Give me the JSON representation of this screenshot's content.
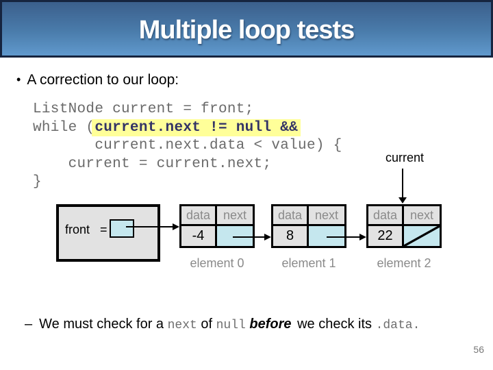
{
  "slide": {
    "title": "Multiple loop tests",
    "page_number": "56"
  },
  "colors": {
    "banner_top": "#3b5f8c",
    "banner_bottom": "#6099cd",
    "banner_border": "#16243f",
    "highlight_bg": "#ffff99",
    "highlight_text": "#333366",
    "node_bg": "#e2e2e2",
    "next_cell_bg": "#c5e7ee"
  },
  "bullet": {
    "marker": "•",
    "text": "A correction to our loop:"
  },
  "code": {
    "line1": "ListNode current = front;",
    "line2_prefix": "while (",
    "line2_highlight": "current.next != null &&",
    "line3": "       current.next.data < value) {",
    "line4": "    current = current.next;",
    "line5": "}"
  },
  "diagram": {
    "current_label": "current",
    "front_label": "front =",
    "nodes": [
      {
        "data_header": "data",
        "next_header": "next",
        "value": "-4",
        "label": "element 0"
      },
      {
        "data_header": "data",
        "next_header": "next",
        "value": "8",
        "label": "element 1"
      },
      {
        "data_header": "data",
        "next_header": "next",
        "value": "22",
        "label": "element 2"
      }
    ]
  },
  "footnote": {
    "marker": "–",
    "segments": [
      {
        "text": "We must check for a "
      },
      {
        "text": "next"
      },
      {
        "text": " of "
      },
      {
        "text": "null"
      },
      {
        "text": " "
      },
      {
        "text": "before"
      },
      {
        "text": " we check its "
      },
      {
        "text": ".data."
      }
    ]
  }
}
